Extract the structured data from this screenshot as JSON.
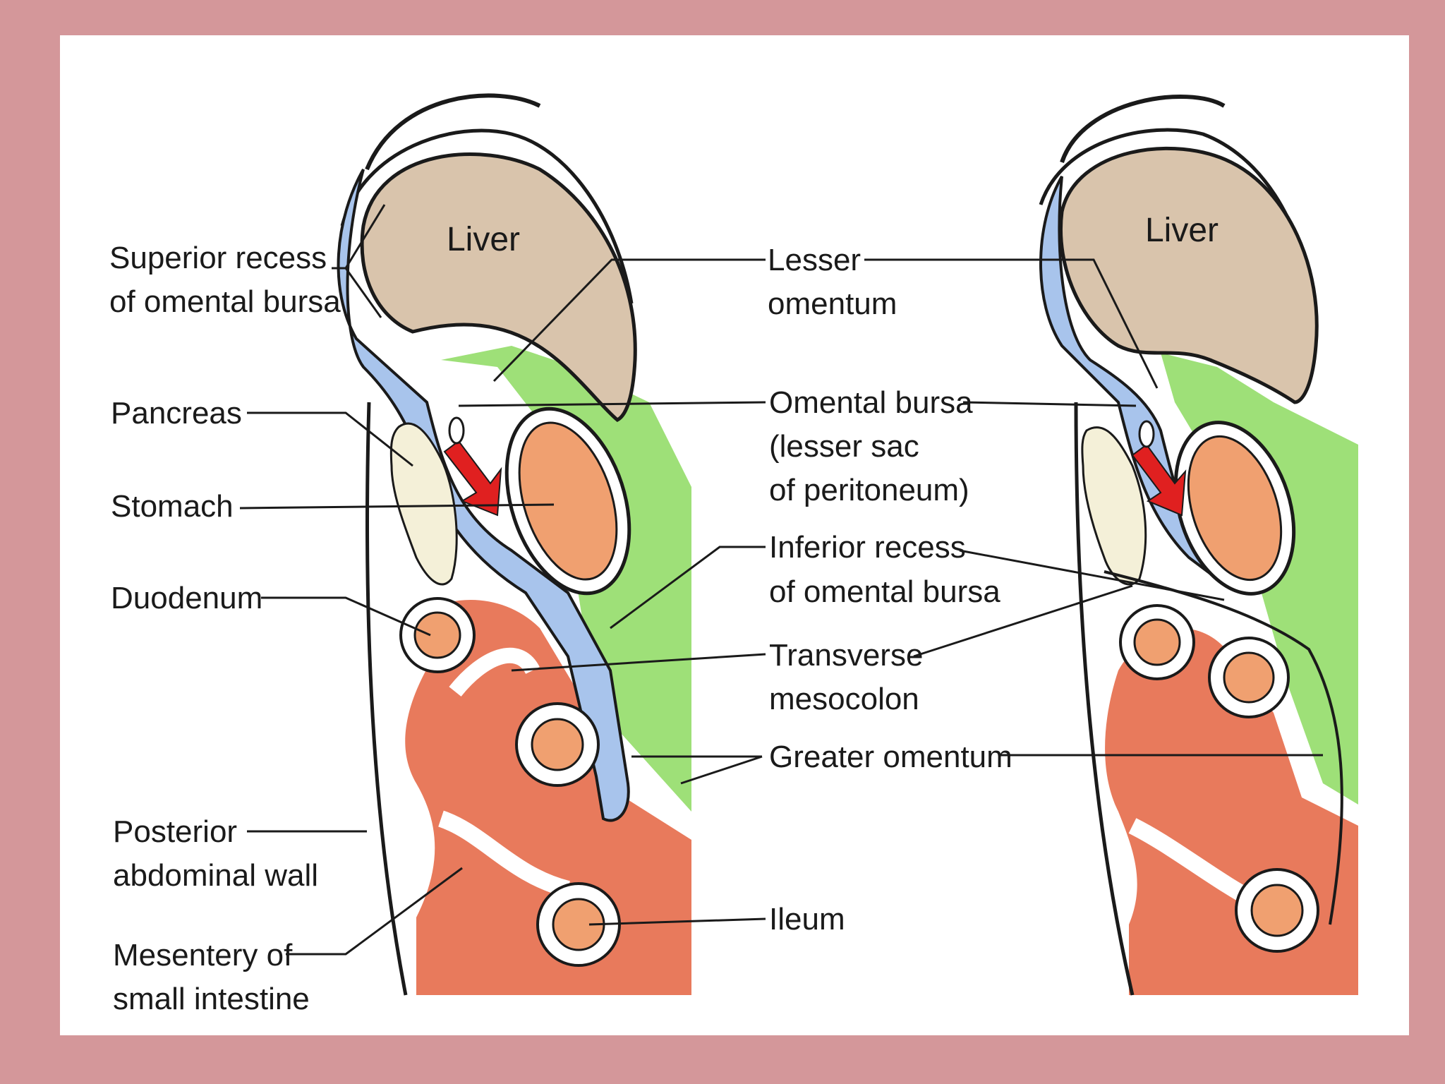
{
  "diagram": {
    "colors": {
      "background_frame": "#d4979a",
      "panel": "#ffffff",
      "liver": "#d9c4ac",
      "omental_bursa": "#a8c4ec",
      "greater_sac": "#9ee078",
      "intestine": "#e87a5c",
      "stomach_lumen": "#f0a070",
      "pancreas": "#f4f0d8",
      "arrow": "#e02020"
    },
    "left_view": {
      "liver_label": "Liver"
    },
    "right_view": {
      "liver_label": "Liver"
    },
    "labels": {
      "superior_recess_line1": "Superior recess",
      "superior_recess_line2": "of omental bursa",
      "pancreas": "Pancreas",
      "stomach": "Stomach",
      "duodenum": "Duodenum",
      "posterior_wall_line1": "Posterior",
      "posterior_wall_line2": "abdominal wall",
      "mesentery_line1": "Mesentery of",
      "mesentery_line2": "small intestine",
      "lesser_omentum_line1": "Lesser",
      "lesser_omentum_line2": "omentum",
      "omental_bursa_line1": "Omental bursa",
      "omental_bursa_line2": "(lesser sac",
      "omental_bursa_line3": "of peritoneum)",
      "inferior_recess_line1": "Inferior recess",
      "inferior_recess_line2": "of omental bursa",
      "transverse_line1": "Transverse",
      "transverse_line2": "mesocolon",
      "greater_omentum": "Greater omentum",
      "ileum": "Ileum"
    }
  }
}
